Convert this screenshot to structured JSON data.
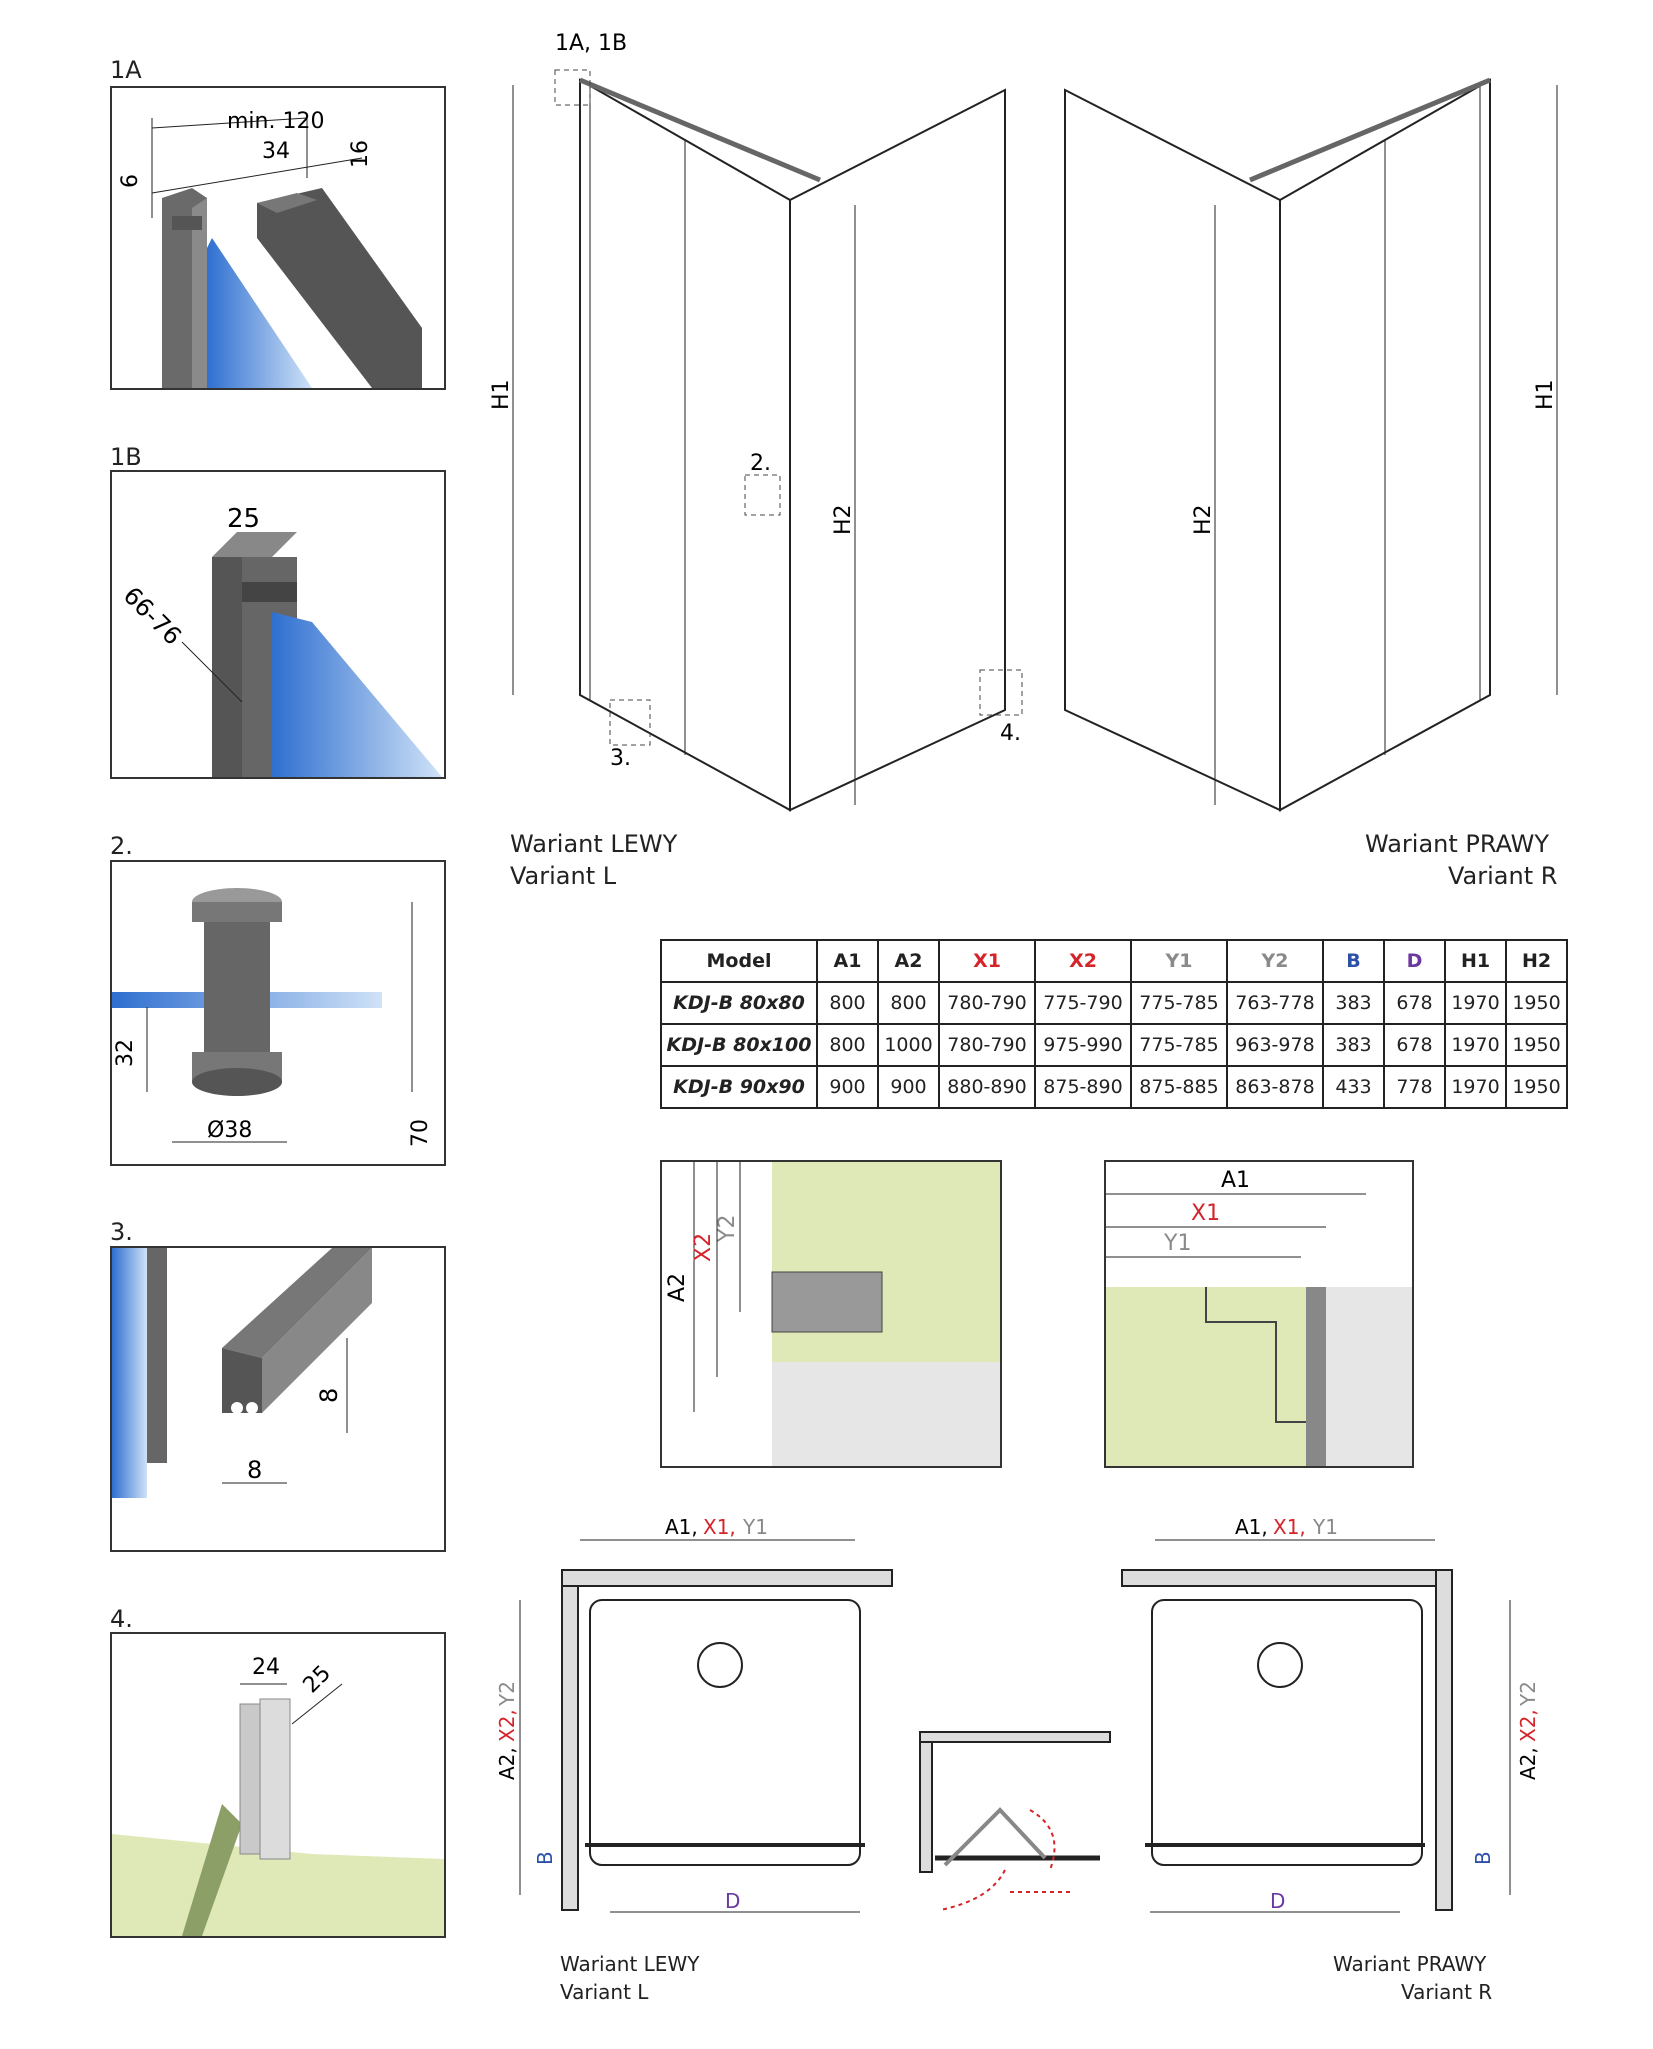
{
  "details": {
    "d1a": {
      "label": "1A",
      "min": "min. 120",
      "w34": "34",
      "h16": "16",
      "h6": "6"
    },
    "d1b": {
      "label": "1B",
      "w25": "25",
      "range": "66-76"
    },
    "d2": {
      "label": "2.",
      "h32": "32",
      "dia": "Ø38",
      "h70": "70"
    },
    "d3": {
      "label": "3.",
      "h8": "8",
      "w8": "8"
    },
    "d4": {
      "label": "4.",
      "w24": "24",
      "w25": "25"
    }
  },
  "front": {
    "callout_1a1b": "1A, 1B",
    "callout_2": "2.",
    "callout_3": "3.",
    "callout_4": "4.",
    "h1": "H1",
    "h2": "H2",
    "left_caption_1": "Wariant LEWY",
    "left_caption_2": "Variant L",
    "right_caption_1": "Wariant PRAWY",
    "right_caption_2": "Variant R"
  },
  "table": {
    "headers": [
      "Model",
      "A1",
      "A2",
      "X1",
      "X2",
      "Y1",
      "Y2",
      "B",
      "D",
      "H1",
      "H2"
    ],
    "rows": [
      [
        "KDJ-B 80x80",
        "800",
        "800",
        "780-790",
        "775-790",
        "775-785",
        "763-778",
        "383",
        "678",
        "1970",
        "1950"
      ],
      [
        "KDJ-B 80x100",
        "800",
        "1000",
        "780-790",
        "975-990",
        "775-785",
        "963-978",
        "383",
        "678",
        "1970",
        "1950"
      ],
      [
        "KDJ-B 90x90",
        "900",
        "900",
        "880-890",
        "875-890",
        "875-885",
        "863-878",
        "433",
        "778",
        "1970",
        "1950"
      ]
    ]
  },
  "wall_details": {
    "left": {
      "a2": "A2",
      "x2": "X2",
      "y2": "Y2"
    },
    "right": {
      "a1": "A1",
      "x1": "X1",
      "y1": "Y1"
    }
  },
  "plan": {
    "top_dim_a1": "A1,",
    "top_dim_x1": "X1,",
    "top_dim_y1": "Y1",
    "side_a2": "A2,",
    "side_x2": "X2,",
    "side_y2": "Y2",
    "b": "B",
    "d": "D",
    "left_caption_1": "Wariant LEWY",
    "left_caption_2": "Variant L",
    "right_caption_1": "Wariant PRAWY",
    "right_caption_2": "Variant R"
  },
  "colors": {
    "red": "#d4242a",
    "grey": "#8a8a8a",
    "blue": "#2c4fa8",
    "purple": "#6b3aa0",
    "glass": "#3a86d9",
    "floor": "#dfe9b8"
  }
}
